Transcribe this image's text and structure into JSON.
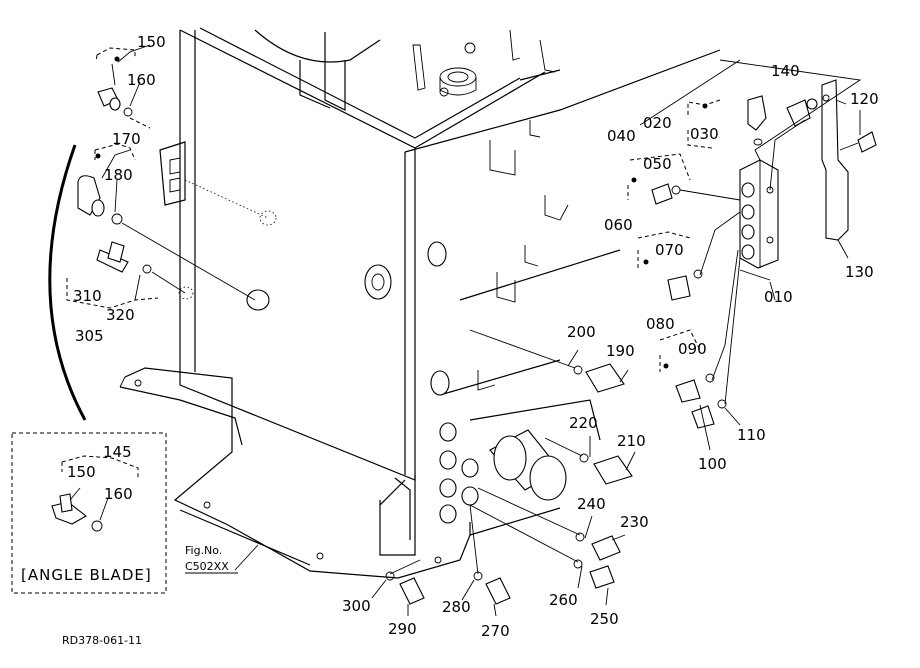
{
  "part_labels": {
    "p010": "010",
    "p020": "020",
    "p030": "030",
    "p040": "040",
    "p050": "050",
    "p060": "060",
    "p070": "070",
    "p080": "080",
    "p090": "090",
    "p100": "100",
    "p110": "110",
    "p120": "120",
    "p130": "130",
    "p140": "140",
    "p145": "145",
    "p150": "150",
    "p150b": "150",
    "p160": "160",
    "p160b": "160",
    "p170": "170",
    "p180": "180",
    "p190": "190",
    "p200": "200",
    "p210": "210",
    "p220": "220",
    "p230": "230",
    "p240": "240",
    "p250": "250",
    "p260": "260",
    "p270": "270",
    "p280": "280",
    "p290": "290",
    "p300": "300",
    "p305": "305",
    "p310": "310",
    "p320": "320"
  },
  "figure_ref_line1": "Fig.No.",
  "figure_ref_line2": "C502XX",
  "inset_caption": "[ANGLE BLADE]",
  "drawing_number": "RD378-061-11"
}
